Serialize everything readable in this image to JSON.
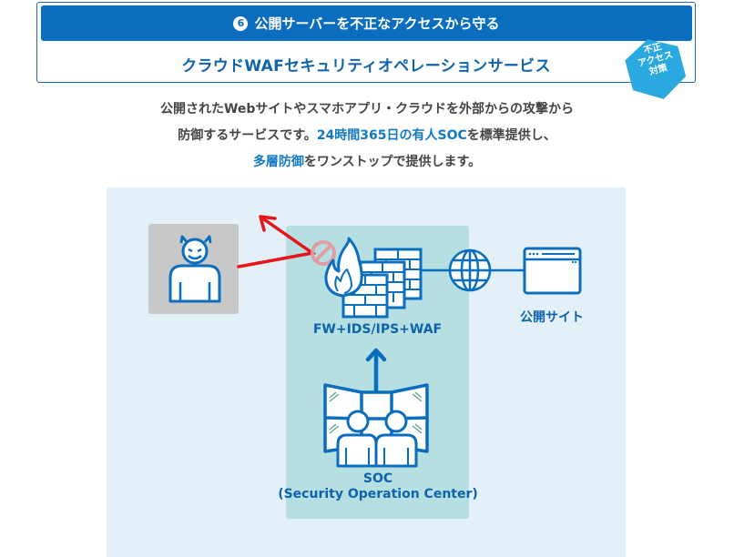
{
  "header": {
    "step_number": "6",
    "banner_title": "公開サーバーを不正なアクセスから守る",
    "service_name": "クラウドWAFセキュリティオペレーションサービス",
    "badge_lines": [
      "不正",
      "アクセス",
      "対策"
    ]
  },
  "description": {
    "line1": "公開されたWebサイトやスマホアプリ・クラウドを外部からの攻撃から",
    "line2_prefix": "防御するサービスです。",
    "line2_highlight": "24時間365日の有人SOC",
    "line2_suffix": "を標準提供し、",
    "line3_highlight": "多層防御",
    "line3_suffix": "をワンストップで提供します。"
  },
  "diagram": {
    "firewall_label": "FW+IDS/IPS+WAF",
    "public_site_label": "公開サイト",
    "soc_label": "SOC",
    "soc_full_label": "(Security Operation Center)",
    "icons": [
      "attacker-devil-icon",
      "blocked-arrow-icon",
      "prohibited-icon",
      "fire-icon",
      "firewall-brick-icon",
      "globe-icon",
      "browser-window-icon",
      "soc-monitors-icon",
      "operators-icon"
    ]
  },
  "colors": {
    "brand_blue": "#0b6dbd",
    "title_blue": "#0f63ad",
    "highlight_blue": "#1479c4",
    "badge_cyan": "#29a9e0",
    "diagram_bg": "#e3f0f8",
    "teal_zone": "#b5dfe1",
    "attacker_bg": "#c8c8c8",
    "attack_red": "#e8141c"
  }
}
